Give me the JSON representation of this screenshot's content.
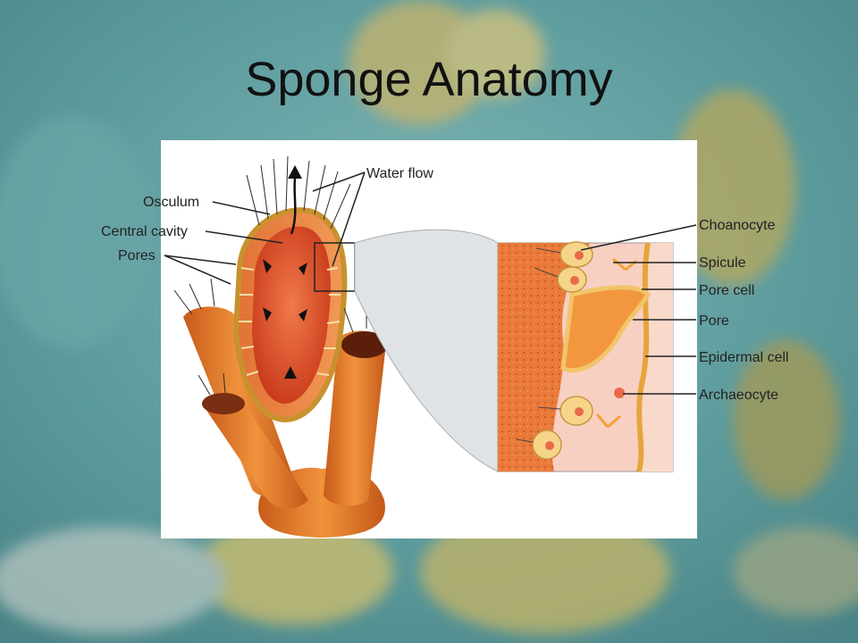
{
  "slide": {
    "title": "Sponge Anatomy"
  },
  "labels": {
    "water_flow": "Water flow",
    "osculum": "Osculum",
    "central_cavity": "Central cavity",
    "pores": "Pores",
    "choanocyte": "Choanocyte",
    "spicule": "Spicule",
    "pore_cell": "Pore cell",
    "pore": "Pore",
    "epidermal_cell": "Epidermal cell",
    "archaeocyte": "Archaeocyte"
  },
  "colors": {
    "background_sea": "#5e9c9e",
    "sponge_orange": "#e8852e",
    "cavity_red": "#d8441f",
    "tissue_pink": "#f4c7b8",
    "cell_yellow": "#f6d58a"
  }
}
